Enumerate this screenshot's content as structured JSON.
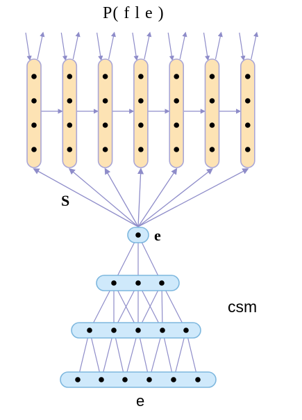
{
  "title": "P( f l e )",
  "labels": {
    "s": "S",
    "e_bottleneck": "e",
    "csm": "csm",
    "e_input": "e"
  },
  "colors": {
    "rnn_fill": "#fde3b4",
    "rnn_stroke": "#a9a6d6",
    "csm_fill": "#cfe9fb",
    "csm_stroke": "#7db7de",
    "arrow": "#8e8cc9",
    "node": "#000000"
  },
  "structure": {
    "rnn_columns": 7,
    "units_per_column": 4,
    "csm_layers": [
      {
        "name": "bottom",
        "units": 6
      },
      {
        "name": "middle",
        "units": 5
      },
      {
        "name": "top",
        "units": 3
      }
    ],
    "bottleneck_units": 1
  }
}
